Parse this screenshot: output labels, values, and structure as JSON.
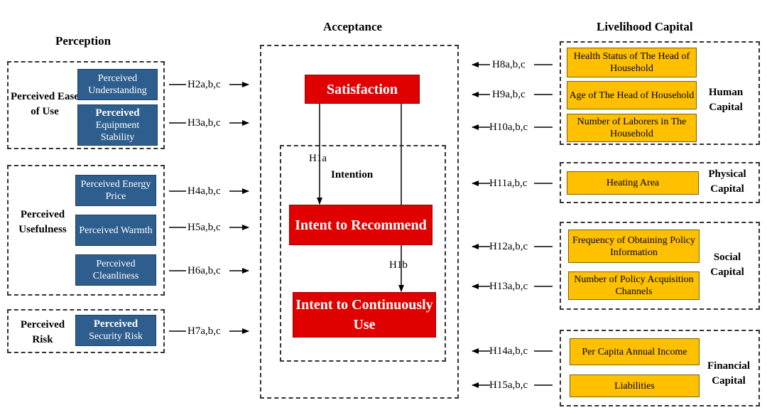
{
  "headings": {
    "perception": "Perception",
    "acceptance": "Acceptance",
    "livelihood": "Livelihood Capital"
  },
  "perception": {
    "ease_of_use": {
      "label": "Perceived Ease of Use",
      "items": [
        {
          "label": "Perceived Understanding",
          "hypothesis": "H2a,b,c"
        },
        {
          "label_top": "Perceived",
          "label_bottom": "Equipment Stability",
          "hypothesis": "H3a,b,c"
        }
      ]
    },
    "usefulness": {
      "label": "Perceived Usefulness",
      "items": [
        {
          "label": "Perceived Energy Price",
          "hypothesis": "H4a,b,c"
        },
        {
          "label": "Perceived Warmth",
          "hypothesis": "H5a,b,c"
        },
        {
          "label": "Perceived Cleanliness",
          "hypothesis": "H6a,b,c"
        }
      ]
    },
    "risk": {
      "label": "Perceived Risk",
      "items": [
        {
          "label_top": "Perceived",
          "label_bottom": "Security Risk",
          "hypothesis": "H7a,b,c"
        }
      ]
    }
  },
  "acceptance": {
    "satisfaction": "Satisfaction",
    "intention_label": "Intention",
    "recommend": "Intent to Recommend",
    "continuous_use": "Intent to Continuously Use",
    "h1a": "H1a",
    "h1b": "H1b"
  },
  "livelihood": {
    "human": {
      "label": "Human Capital",
      "items": [
        {
          "label": "Health Status of The Head of Household",
          "hypothesis": "H8a,b,c"
        },
        {
          "label": "Age of The Head of Household",
          "hypothesis": "H9a,b,c"
        },
        {
          "label": "Number of Laborers in The Household",
          "hypothesis": "H10a,b,c"
        }
      ]
    },
    "physical": {
      "label": "Physical Capital",
      "items": [
        {
          "label": "Heating Area",
          "hypothesis": "H11a,b,c"
        }
      ]
    },
    "social": {
      "label": "Social Capital",
      "items": [
        {
          "label": "Frequency of Obtaining Policy Information",
          "hypothesis": "H12a,b,c"
        },
        {
          "label": "Number of Policy Acquisition Channels",
          "hypothesis": "H13a,b,c"
        }
      ]
    },
    "financial": {
      "label": "Financial Capital",
      "items": [
        {
          "label": "Per Capita Annual Income",
          "hypothesis": "H14a,b,c"
        },
        {
          "label": "Liabilities",
          "hypothesis": "H15a,b,c"
        }
      ]
    }
  },
  "colors": {
    "perception_box": "#2e5e8e",
    "acceptance_box": "#e00000",
    "capital_box": "#ffc000"
  }
}
